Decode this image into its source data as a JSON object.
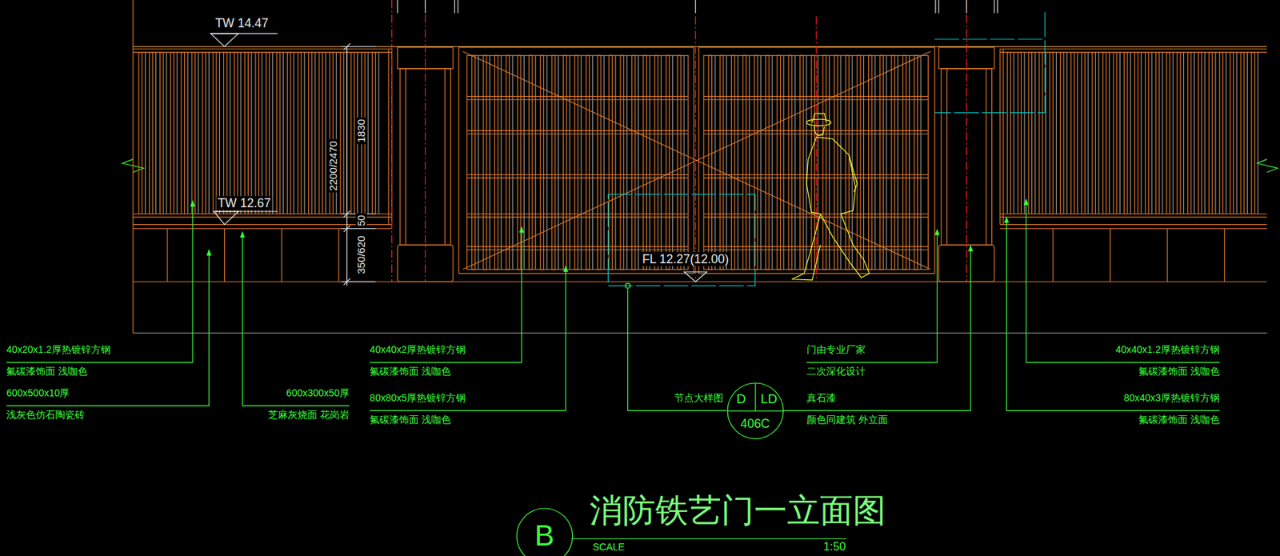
{
  "diagram": {
    "title": "消防铁艺门一立面图",
    "nodes": [
      {
        "text": [
          "D",
          "LD",
          "406C"
        ]
      },
      {
        "text": [
          "B"
        ]
      }
    ],
    "labels": [
      "TW 14.47",
      "TW 12.67",
      "2200/2470",
      "1830",
      "50",
      "350/620",
      "FL 12.27(12.00)",
      "40x20x1.2厚热镀锌方钢",
      "氟碳漆饰面 浅咖色",
      "600x500x10厚",
      "浅灰色仿石陶瓷砖",
      "600x300x50厚",
      "芝麻灰烧面 花岗岩",
      "40x40x2厚热镀锌方钢",
      "氟碳漆饰面 浅咖色",
      "80x80x5厚热镀锌方钢",
      "氟碳漆饰面 浅咖色",
      "节点大样图",
      "门由专业厂家",
      "二次深化设计",
      "真石漆",
      "颜色同建筑 外立面",
      "40x40x1.2厚热镀锌方钢",
      "氟碳漆饰面 浅咖色",
      "80x40x3厚热镀锌方钢",
      "氟碳漆饰面 浅咖色",
      "SCALE",
      "1:50"
    ]
  }
}
